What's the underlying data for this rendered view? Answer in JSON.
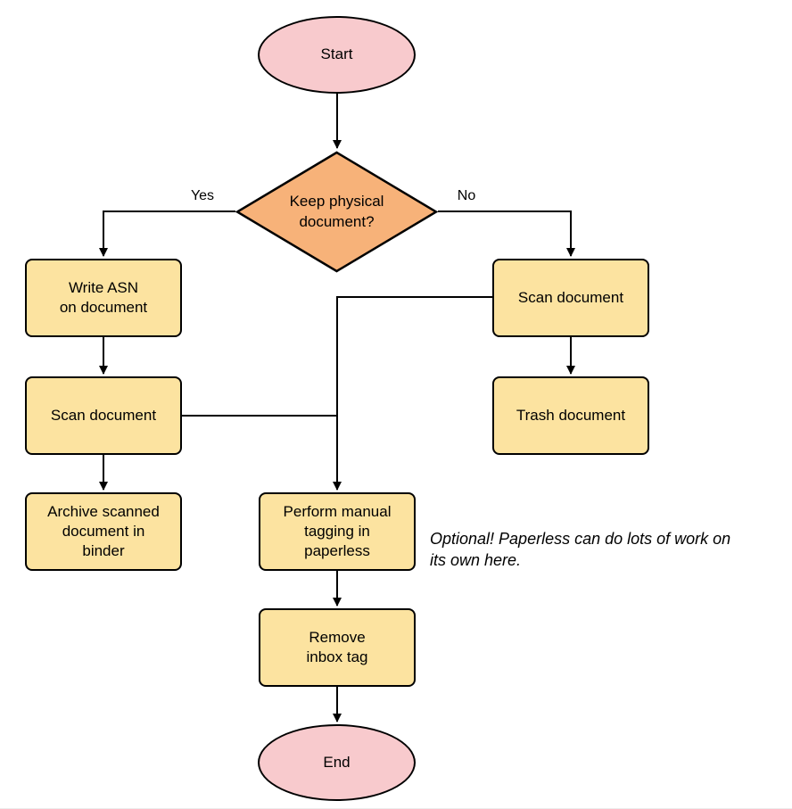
{
  "diagram": {
    "nodes": {
      "start": "Start",
      "decision": "Keep physical\ndocument?",
      "write_asn": "Write ASN\non document",
      "scan_left": "Scan document",
      "archive": "Archive scanned\ndocument in\nbinder",
      "scan_right": "Scan document",
      "trash": "Trash document",
      "tagging": "Perform manual\ntagging in\npaperless",
      "remove_inbox": "Remove\ninbox tag",
      "end": "End"
    },
    "edge_labels": {
      "yes": "Yes",
      "no": "No"
    },
    "annotation": "Optional! Paperless can do lots of work on\nits own here.",
    "colors": {
      "terminal_fill": "#f8cacd",
      "decision_fill": "#f7b279",
      "process_fill": "#fce3a0",
      "stroke": "#000000"
    }
  }
}
